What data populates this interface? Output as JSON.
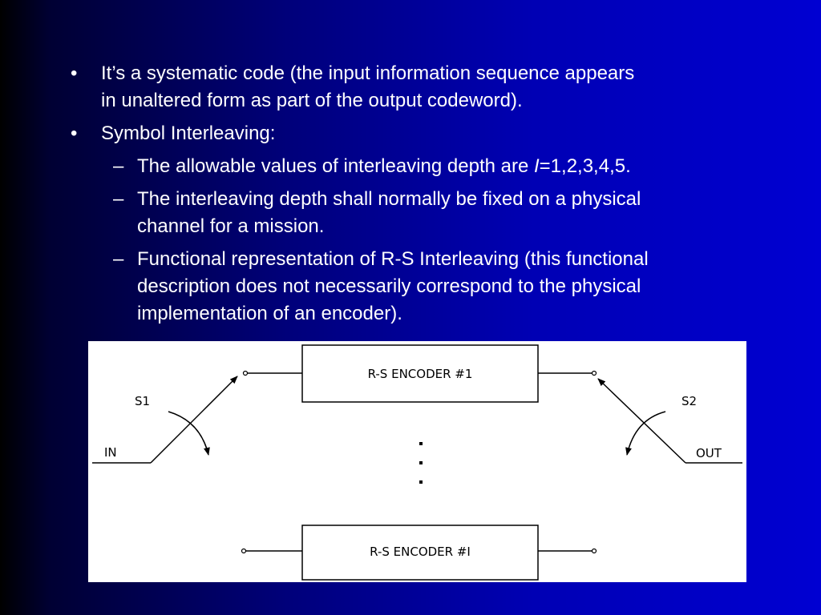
{
  "bullets": [
    {
      "lines": [
        "It’s a systematic code (the input information sequence appears",
        "in unaltered form as part of the output codeword)."
      ]
    },
    {
      "lines": [
        "Symbol Interleaving:"
      ]
    }
  ],
  "sub_bullets": [
    {
      "prefix": "The allowable values of interleaving depth are ",
      "variable": "I",
      "suffix": "=1,2,3,4,5."
    },
    {
      "lines": [
        "The interleaving depth shall normally be fixed on a physical",
        "channel for a mission."
      ]
    },
    {
      "lines": [
        "Functional representation of R-S Interleaving (this functional",
        "description does not necessarily correspond to the physical",
        "implementation of an encoder)."
      ]
    }
  ],
  "bullet_glyph": "•",
  "sub_bullet_glyph": "–",
  "diagram": {
    "encoder_top": "R-S ENCODER #1",
    "encoder_bottom": "R-S ENCODER #I",
    "switch_left": "S1",
    "switch_right": "S2",
    "input_label": "IN",
    "output_label": "OUT"
  }
}
